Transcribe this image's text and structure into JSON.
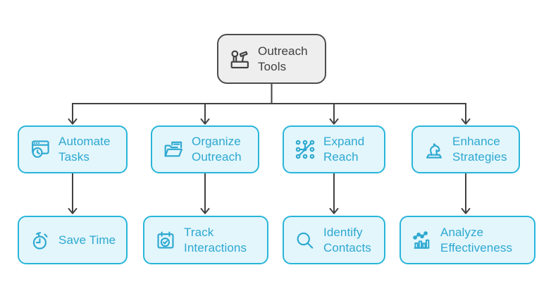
{
  "diagram": {
    "root": {
      "label": "Outreach Tools",
      "icon": "tools-icon"
    },
    "branches": [
      {
        "tool": {
          "label": "Automate Tasks",
          "icon": "automation-window-clock-icon"
        },
        "benefit": {
          "label": "Save Time",
          "icon": "stopwatch-icon"
        }
      },
      {
        "tool": {
          "label": "Organize Outreach",
          "icon": "open-folder-document-icon"
        },
        "benefit": {
          "label": "Track Interactions",
          "icon": "calendar-check-icon"
        }
      },
      {
        "tool": {
          "label": "Expand Reach",
          "icon": "network-nodes-icon"
        },
        "benefit": {
          "label": "Identify Contacts",
          "icon": "magnifier-icon"
        }
      },
      {
        "tool": {
          "label": "Enhance Strategies",
          "icon": "chess-knight-icon"
        },
        "benefit": {
          "label": "Analyze Effectiveness",
          "icon": "analytics-chart-icon"
        }
      }
    ],
    "colors": {
      "canvas_bg": "#ffffff",
      "node_fill": "#e3f6fc",
      "node_border": "#29b5da",
      "node_text": "#2ca8d0",
      "root_fill": "#eeeeee",
      "root_border": "#4d4d4d",
      "root_text": "#3f3f3f",
      "connector": "#424242"
    }
  }
}
